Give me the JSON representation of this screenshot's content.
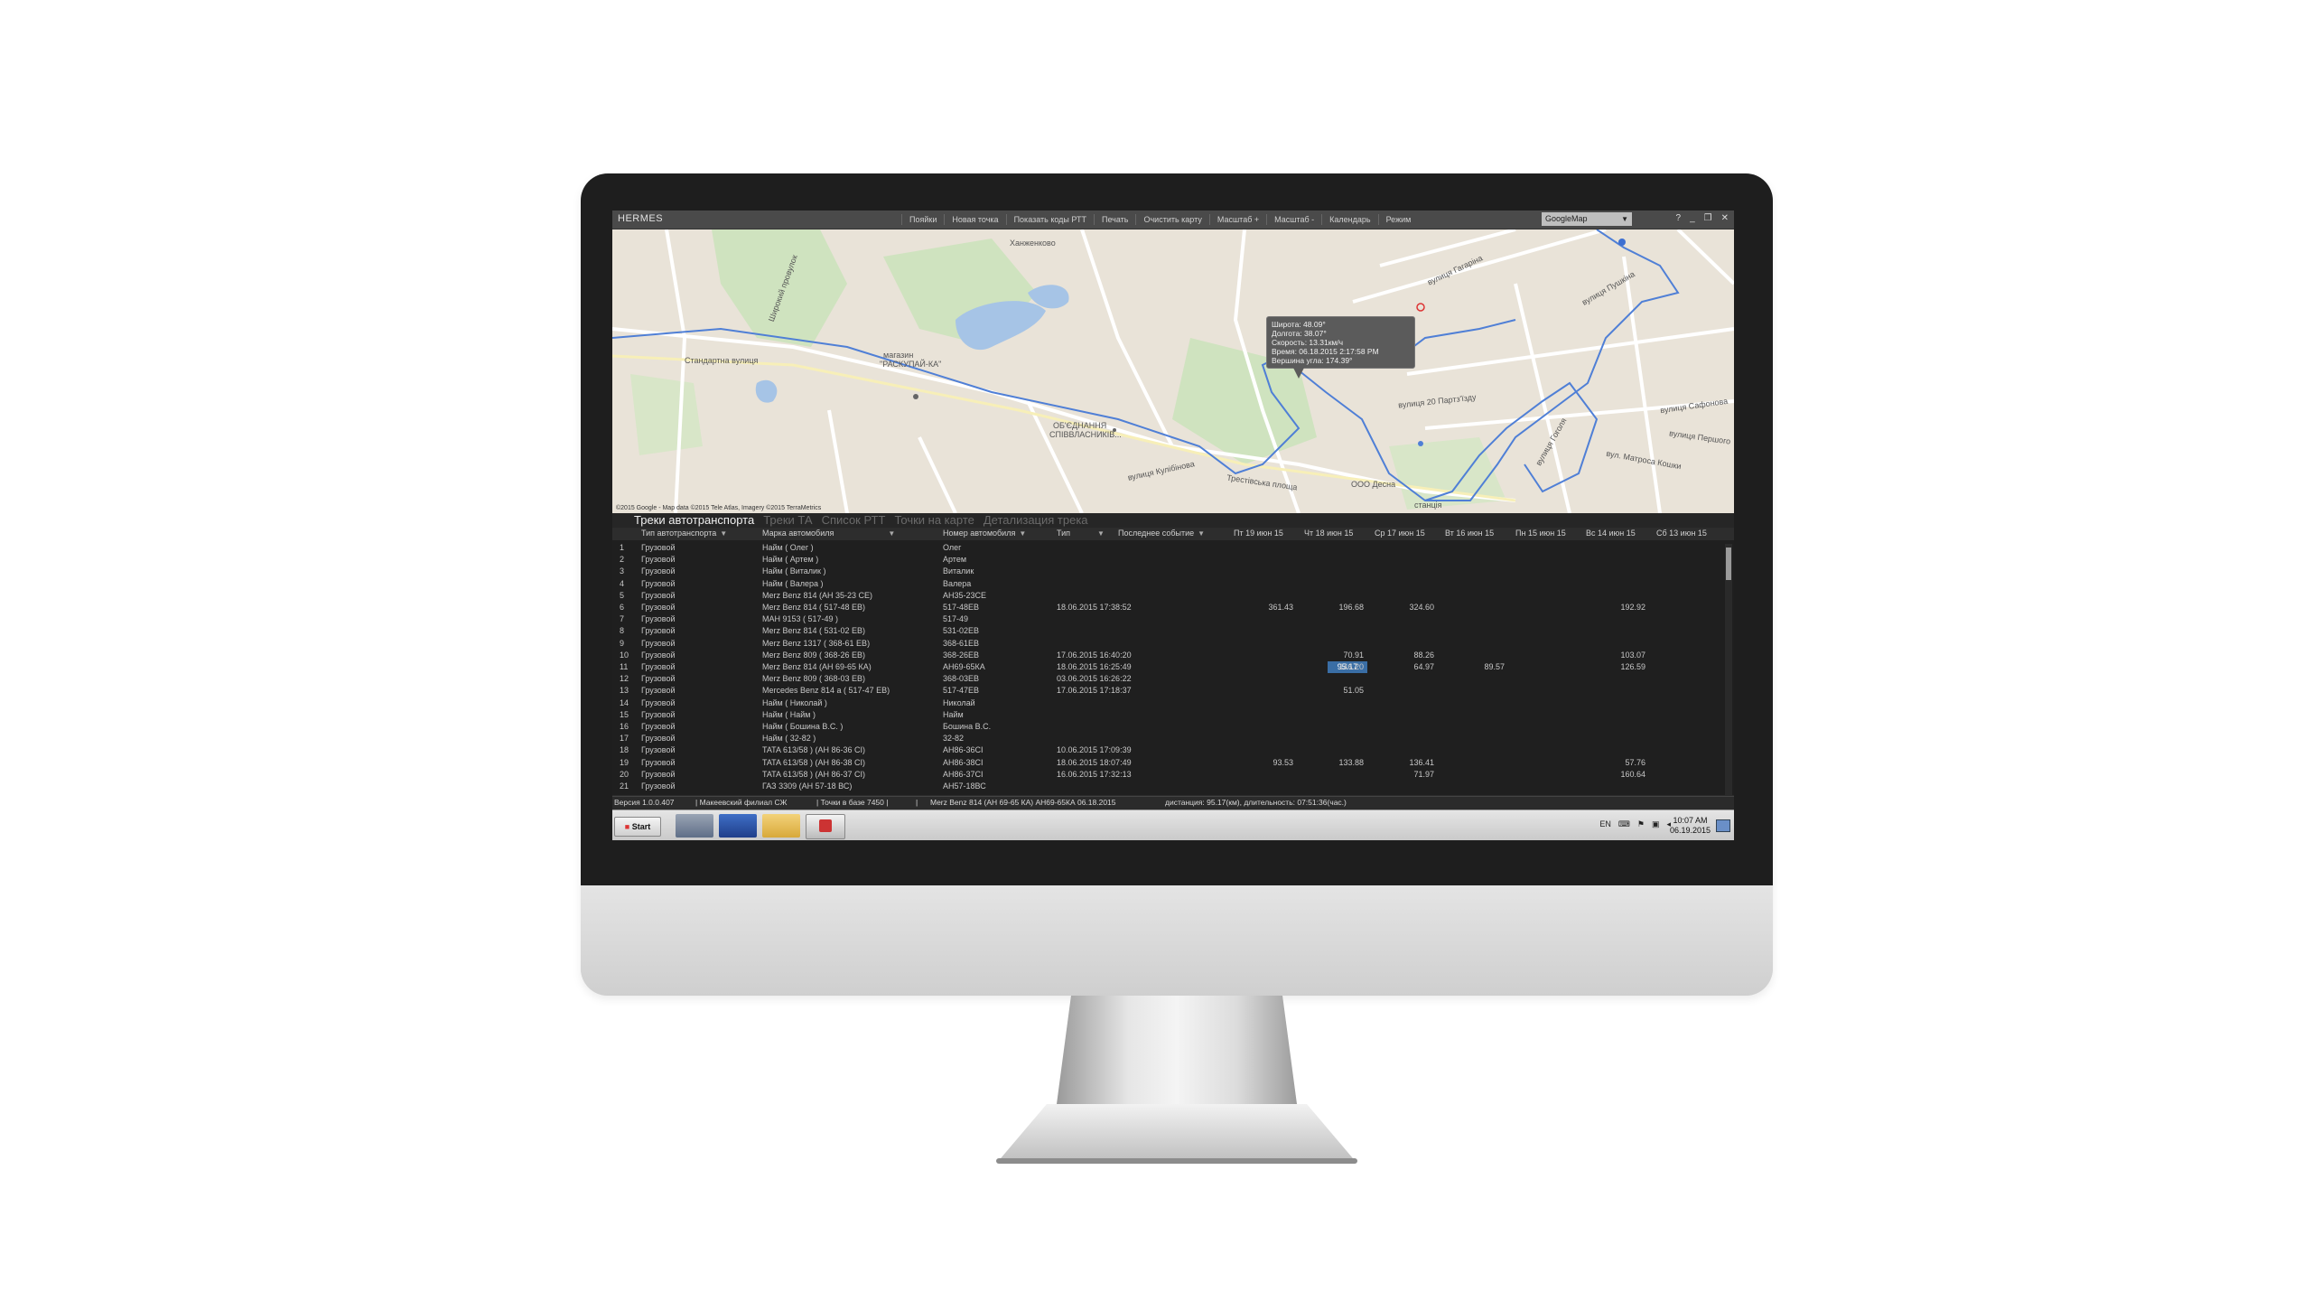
{
  "app": {
    "title": "HERMES",
    "menu": [
      "Пояйки",
      "Новая точка",
      "Показать коды РТТ",
      "Печать",
      "Очистить карту",
      "Масштаб +",
      "Масштаб -",
      "Календарь",
      "Режим"
    ],
    "map_type": "GoogleMap",
    "window_controls": [
      "?",
      "_",
      "❐",
      "✕"
    ]
  },
  "map": {
    "labels": [
      "Ханженково",
      "Стандартна вулиця",
      "магазин",
      "\"РАСКУПАЙ-КА\"",
      "ОБ'ЄДНАННЯ",
      "СПІВВЛАСНИКІВ...",
      "вулиця Кулібінова",
      "Трестівська площа",
      "ООО Десна",
      "вулиця 20 Партз'їзду",
      "вулиця Гагаріна",
      "вулиця Сафонова",
      "вул. Матроса Кошки",
      "вулиця Першого",
      "станція",
      "вулиця Гоголя",
      "вулиця Пушкіна",
      "Широкий провулок"
    ],
    "attribution": "©2015 Google - Map data ©2015 Tele Atlas, Imagery ©2015 TerraMetrics",
    "tooltip": [
      "Широта: 48.09°",
      "Долгота: 38.07°",
      "Скорость: 13.31км/ч",
      "Время: 06.18.2015 2:17:58 PM",
      "Вершина угла: 174.39°"
    ]
  },
  "tabs": [
    "Треки автотранспорта",
    "Треки ТА",
    "Список РТТ",
    "Точки на карте",
    "Детализация трека"
  ],
  "grid": {
    "columns": [
      "Тип автотранспорта",
      "Марка автомобиля",
      "Номер автомобиля",
      "Тип",
      "Последнее событие",
      "Пт 19 июн 15",
      "Чт 18 июн 15",
      "Ср 17 июн 15",
      "Вт 16 июн 15",
      "Пн 15 июн 15",
      "Вс 14 июн 15",
      "Сб 13 июн 15"
    ],
    "rows": [
      [
        "1",
        "Грузовой",
        "Найм ( Олег )",
        "Олег",
        "",
        "",
        "",
        "",
        "",
        "",
        "",
        ""
      ],
      [
        "2",
        "Грузовой",
        "Найм ( Артем )",
        "Артем",
        "",
        "",
        "",
        "",
        "",
        "",
        "",
        ""
      ],
      [
        "3",
        "Грузовой",
        "Найм ( Виталик )",
        "Виталик",
        "",
        "",
        "",
        "",
        "",
        "",
        "",
        ""
      ],
      [
        "4",
        "Грузовой",
        "Найм ( Валера )",
        "Валера",
        "",
        "",
        "",
        "",
        "",
        "",
        "",
        ""
      ],
      [
        "5",
        "Грузовой",
        "Merz Benz 814 (АН 35-23 СЕ)",
        "АН35-23СЕ",
        "",
        "",
        "",
        "",
        "",
        "",
        "",
        ""
      ],
      [
        "6",
        "Грузовой",
        "Merz Benz 814 ( 517-48 ЕВ)",
        "517-48ЕВ",
        "18.06.2015 17:38:52",
        "",
        "361.43",
        "196.68",
        "324.60",
        "",
        "",
        "192.92"
      ],
      [
        "7",
        "Грузовой",
        "МАН 9153 ( 517-49 )",
        "517-49",
        "",
        "",
        "",
        "",
        "",
        "",
        "",
        ""
      ],
      [
        "8",
        "Грузовой",
        "Merz Benz 814 ( 531-02 ЕВ)",
        "531-02ЕВ",
        "",
        "",
        "",
        "",
        "",
        "",
        "",
        ""
      ],
      [
        "9",
        "Грузовой",
        "Merz Benz  1317 ( 368-61 ЕВ)",
        "368-61ЕВ",
        "",
        "",
        "",
        "",
        "",
        "",
        "",
        ""
      ],
      [
        "10",
        "Грузовой",
        "Merz Benz  809 ( 368-26 ЕВ)",
        "368-26ЕВ",
        "17.06.2015 16:40:20",
        "",
        "",
        "70.91",
        "88.26",
        "",
        "",
        "103.07"
      ],
      [
        "11",
        "Грузовой",
        "Merz Benz 814 (АН 69-65 КА)",
        "АН69-65КА",
        "18.06.2015 16:25:49",
        "",
        "95.17",
        "146.20",
        "64.97",
        "89.57",
        "",
        "126.59"
      ],
      [
        "12",
        "Грузовой",
        "Merz Benz  809 ( 368-03 ЕВ)",
        "368-03ЕВ",
        "03.06.2015 16:26:22",
        "",
        "",
        "",
        "",
        "",
        "",
        ""
      ],
      [
        "13",
        "Грузовой",
        "Mercedes Benz 814 a ( 517-47 ЕВ)",
        "517-47ЕВ",
        "17.06.2015 17:18:37",
        "",
        "",
        "51.05",
        "",
        "",
        "",
        ""
      ],
      [
        "14",
        "Грузовой",
        "Найм ( Николай )",
        "Николай",
        "",
        "",
        "",
        "",
        "",
        "",
        "",
        ""
      ],
      [
        "15",
        "Грузовой",
        "Найм ( Найм )",
        "Найм",
        "",
        "",
        "",
        "",
        "",
        "",
        "",
        ""
      ],
      [
        "16",
        "Грузовой",
        "Найм ( Бошина В.С. )",
        "Бошина В.С.",
        "",
        "",
        "",
        "",
        "",
        "",
        "",
        ""
      ],
      [
        "17",
        "Грузовой",
        "Найм ( 32-82 )",
        "32-82",
        "",
        "",
        "",
        "",
        "",
        "",
        "",
        ""
      ],
      [
        "18",
        "Грузовой",
        "TATA 613/58 ) (АН 86-36 СІ)",
        "АН86-36СІ",
        "10.06.2015 17:09:39",
        "",
        "",
        "",
        "",
        "",
        "",
        ""
      ],
      [
        "19",
        "Грузовой",
        "TATA 613/58 ) (АН 86-38 СІ)",
        "АН86-38СІ",
        "18.06.2015 18:07:49",
        "",
        "93.53",
        "133.88",
        "136.41",
        "",
        "",
        "57.76"
      ],
      [
        "20",
        "Грузовой",
        "TATA 613/58 ) (АН 86-37 СІ)",
        "АН86-37СІ",
        "16.06.2015 17:32:13",
        "",
        "",
        "",
        "71.97",
        "",
        "",
        "160.64"
      ],
      [
        "21",
        "Грузовой",
        "ГАЗ 3309 (АН 57-18 ВС)",
        "АН57-18ВС",
        "",
        "",
        "",
        "",
        "",
        "",
        "",
        ""
      ]
    ]
  },
  "status": {
    "version": "Версия 1.0.0.407",
    "branch": "| Макеевский филиал СЖ",
    "points": "| Точки в базе 7450 |",
    "sep": "|",
    "track": "Merz Benz 814 (АН 69-65 КА) АН69-65КА 06.18.2015",
    "metrics": "дистанция: 95.17(км), длительность: 07:51:36(час.)"
  },
  "taskbar": {
    "start": "Start",
    "lang": "EN",
    "clock_time": "10:07 AM",
    "clock_date": "06.19.2015"
  }
}
